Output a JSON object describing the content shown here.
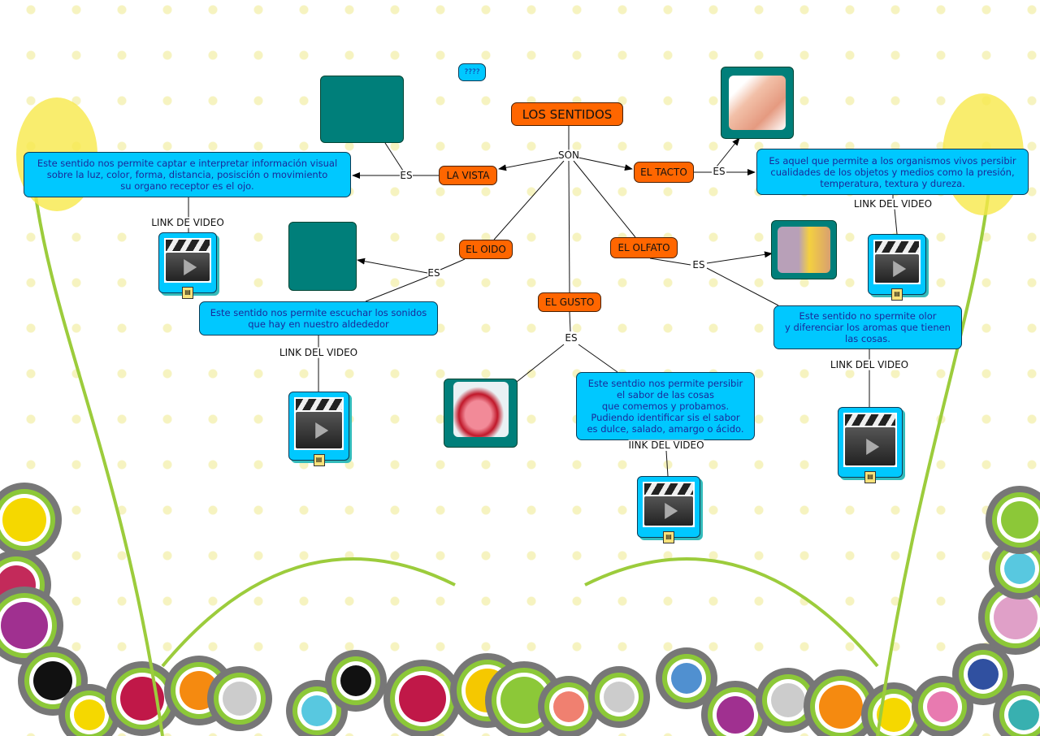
{
  "top_note": "????",
  "root": "LOS SENTIDOS",
  "root_link": "SON",
  "senses": {
    "vista": {
      "label": "LA VISTA",
      "link": "ES",
      "text": "Este sentido nos permite captar e interpretar información visual\nsobre la luz, color, forma, distancia, posisción o movimiento\nsu organo receptor es el ojo.",
      "video_label": "LINK DE VIDEO"
    },
    "oido": {
      "label": "EL OIDO",
      "link": "ES",
      "text": "Este sentido nos permite escuchar los sonidos\nque hay en nuestro aldededor",
      "video_label": "LINK DEL VIDEO"
    },
    "gusto": {
      "label": "EL GUSTO",
      "link": "ES",
      "text": "Este sentdio nos permite persibir\nel sabor de las cosas\nque comemos y probamos.\nPudiendo identificar sis el sabor\nes dulce, salado, amargo o ácido.",
      "video_label": "IINK DEL VIDEO"
    },
    "tacto": {
      "label": "EL TACTO",
      "link": "ES",
      "text": "Es aquel que permite a los organismos vivos persibir\ncualidades de los objetos y medios como la presión,\ntemperatura, textura y dureza.",
      "video_label": "LINK DEL VIDEO"
    },
    "olfato": {
      "label": "EL OLFATO",
      "link": "ES",
      "text": "Este sentido no spermite olor\ny diferenciar  los aromas que tienen\nlas cosas.",
      "video_label": "LINK DEL VIDEO"
    }
  },
  "colors": {
    "concept": "#ff6600",
    "text_node": "#00c8ff",
    "text_color": "#1a2a9a",
    "image_frame": "#007f7a"
  }
}
